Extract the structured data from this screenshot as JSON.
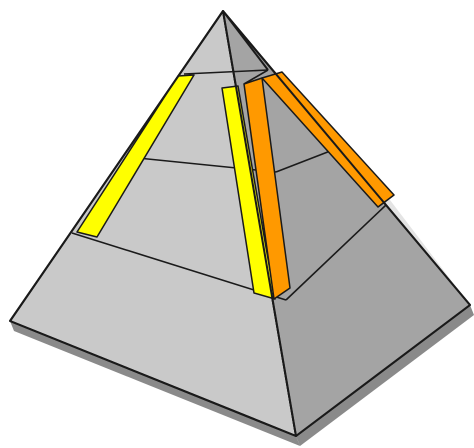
{
  "diagram": {
    "type": "layered-pyramid",
    "tiers": 4,
    "colors": {
      "background": "#ffffff",
      "left_face": "#c9c9c9",
      "right_face": "#9d9d9d",
      "right_face_light": "#b3b3b3",
      "shadow": "#8a8a8a",
      "outline": "#1a1a1a",
      "stripe_yellow": "#ffff00",
      "stripe_orange": "#ff9900"
    },
    "stripes": [
      {
        "name": "left-yellow-stripe",
        "color": "yellow"
      },
      {
        "name": "center-yellow-stripe",
        "color": "yellow"
      },
      {
        "name": "center-orange-stripe",
        "color": "orange"
      },
      {
        "name": "right-orange-stripe",
        "color": "orange"
      }
    ]
  }
}
